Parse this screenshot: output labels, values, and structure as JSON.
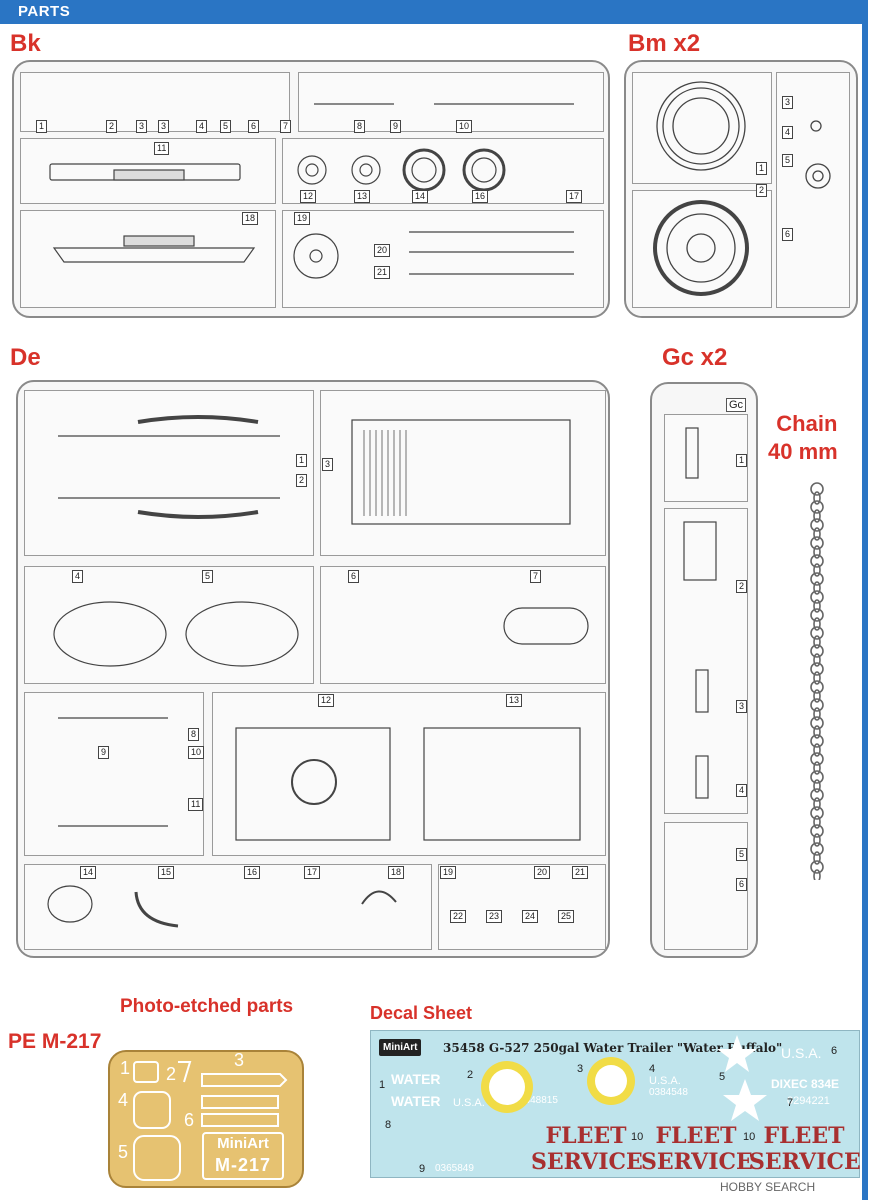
{
  "header": {
    "tab_label": "PARTS"
  },
  "sprues": {
    "bk": {
      "title": "Bk",
      "corner": "Bk",
      "numbers": [
        "1",
        "2",
        "3",
        "3",
        "4",
        "5",
        "6",
        "7",
        "8",
        "9",
        "10",
        "11",
        "12",
        "13",
        "14",
        "16",
        "17",
        "18",
        "19",
        "20",
        "21"
      ]
    },
    "bm": {
      "title": "Bm x2",
      "corner": "Bm",
      "numbers": [
        "1",
        "2",
        "3",
        "4",
        "5",
        "6"
      ]
    },
    "de": {
      "title": "De",
      "corner": "De",
      "numbers": [
        "1",
        "2",
        "3",
        "4",
        "5",
        "6",
        "7",
        "8",
        "9",
        "10",
        "11",
        "12",
        "13",
        "14",
        "15",
        "16",
        "17",
        "18",
        "19",
        "20",
        "21",
        "22",
        "23",
        "24",
        "25"
      ]
    },
    "gc": {
      "title": "Gc x2",
      "corner": "Gc",
      "numbers": [
        "1",
        "2",
        "3",
        "4",
        "5",
        "6"
      ]
    }
  },
  "chain": {
    "line1": "Chain",
    "line2": "40 mm"
  },
  "photo_etched": {
    "title": "Photo-etched parts",
    "label": "PE M-217",
    "brand": "MiniArt",
    "code": "M-217",
    "numbers": [
      "1",
      "2",
      "3",
      "4",
      "5",
      "6"
    ]
  },
  "decal": {
    "title": "Decal Sheet",
    "brand": "MiniArt",
    "product_line": "35458 G-527 250gal Water Trailer \"Water Buffalo\"",
    "water1": "WATER",
    "water2": "WATER",
    "usa_small": "U.S.A.",
    "usa_mid": "U.S.A.",
    "serial1": "0348815",
    "serial2": "0384548",
    "serial3": "0365849",
    "usa_right": "U.S.A.",
    "tex1": "DIXEC 834E",
    "tex2": "0294221",
    "fleet": "FLEET",
    "service": "SERVICE",
    "numbers": [
      "1",
      "2",
      "3",
      "4",
      "5",
      "6",
      "7",
      "8",
      "9",
      "10",
      "10"
    ]
  },
  "watermark": {
    "text": "HOBBY SEARCH"
  }
}
